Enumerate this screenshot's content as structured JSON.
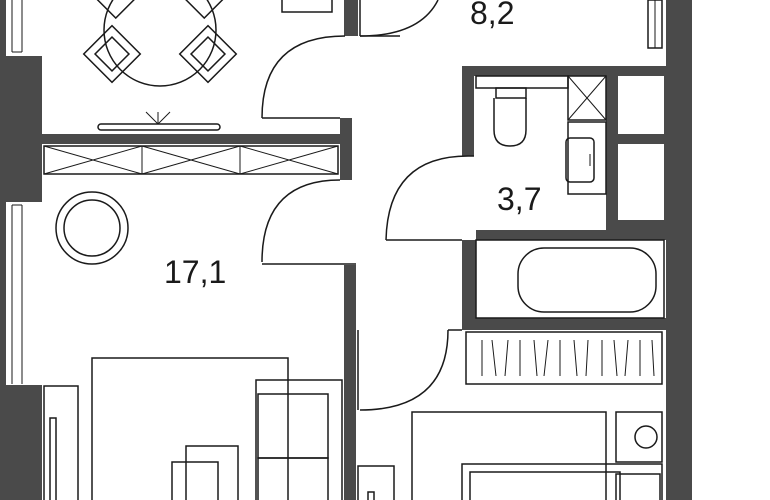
{
  "rooms": {
    "top_room_area": "8,2",
    "bathroom_area": "3,7",
    "living_room_area": "17,1"
  },
  "colors": {
    "wall": "#4a4a4a",
    "line": "#1a1a1a",
    "background": "#ffffff"
  }
}
